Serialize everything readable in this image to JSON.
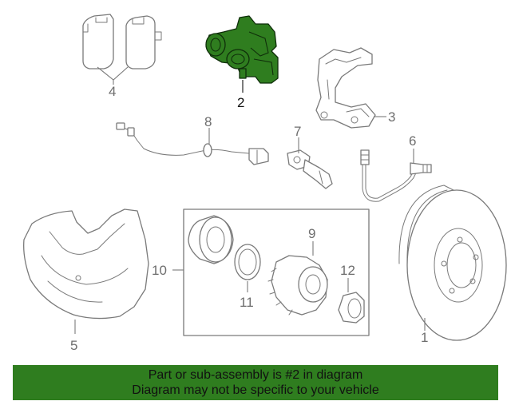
{
  "diagram": {
    "callouts": {
      "c1": "1",
      "c2": "2",
      "c3": "3",
      "c4": "4",
      "c5": "5",
      "c6": "6",
      "c7": "7",
      "c8": "8",
      "c9": "9",
      "c10": "10",
      "c11": "11",
      "c12": "12"
    },
    "highlighted_part": "2"
  },
  "banner": {
    "line1": "Part or sub-assembly is #2 in diagram",
    "line2": "Diagram may not be specific to your vehicle",
    "background": "#2f7d1f"
  },
  "colors": {
    "highlight_fill": "#2f7d1f",
    "line_art": "#7a7a7a"
  }
}
